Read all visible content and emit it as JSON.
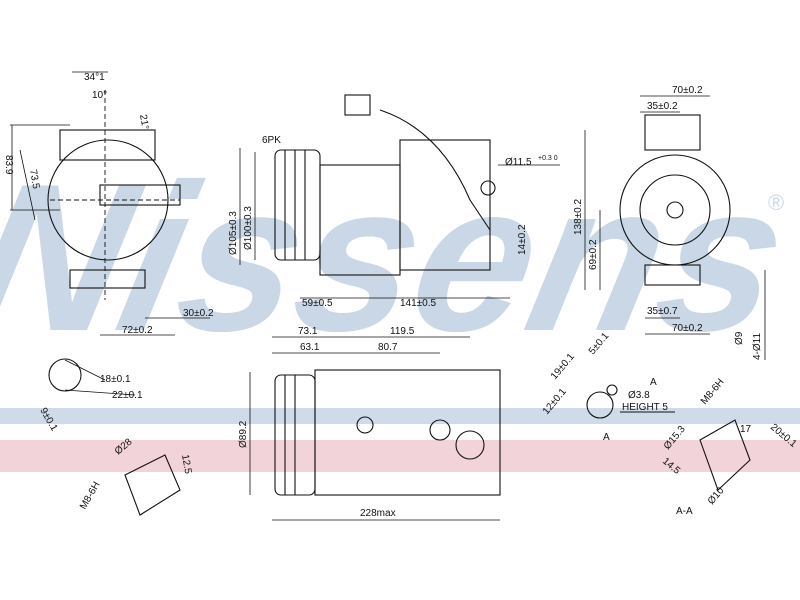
{
  "watermark": {
    "brand": "Nissens",
    "registered": "®",
    "color_blue": "#c9d7e6",
    "color_pink": "#f3d3da"
  },
  "side_view": {
    "angle_top": "34°1",
    "angle_10": "10°",
    "angle_21": "21°",
    "height": "83.9",
    "diag": "73.5",
    "offset_30": "30±0.2",
    "width_72": "72±0.2"
  },
  "front_view": {
    "belt": "6PK",
    "d105": "Ø105±0.3",
    "d100": "Ø100±0.3",
    "port": "Ø11.5",
    "port_tol": "+0.3 0",
    "h14": "14±0.2",
    "l59": "59±0.5",
    "l141": "141±0.5"
  },
  "rear_view": {
    "w70_top": "70±0.2",
    "w35_top": "35±0.2",
    "h138": "138±0.2",
    "h69": "69±0.2",
    "w35_bot": "35±0.7",
    "w70_bot": "70±0.2",
    "d9": "Ø9",
    "holes": "4-Ø11"
  },
  "bottom_view": {
    "l73": "73.1",
    "l119": "119.5",
    "l63": "63.1",
    "l80": "80.7",
    "h89": "Ø89.2",
    "total": "228max"
  },
  "connector_left": {
    "d18": "18±0.1",
    "d22": "22±0.1",
    "d9": "9±0.1"
  },
  "fitting_left": {
    "d28": "Ø28",
    "h12": "12.5",
    "thread": "M8-6H"
  },
  "connector_right": {
    "d19": "19±0.1",
    "d12": "12±0.1",
    "d5": "5±0.1",
    "mark": "A",
    "hole": "Ø3.8",
    "height": "HEIGHT  5",
    "mark_bottom": "A"
  },
  "section": {
    "d15": "Ø15.3",
    "thread": "M8-6H",
    "d17": "17",
    "d20": "20±0.1",
    "l14": "14.5",
    "d10": "Ø10",
    "label": "A-A"
  }
}
